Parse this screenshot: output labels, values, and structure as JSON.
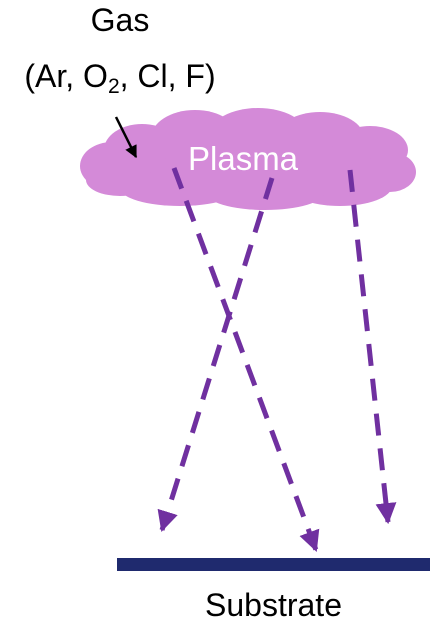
{
  "diagram": {
    "gas_label": "Gas",
    "gas_formula": {
      "open": "(Ar, O",
      "subscript": "2",
      "rest": ", Cl, F)"
    },
    "plasma_label": "Plasma",
    "substrate_label": "Substrate"
  },
  "colors": {
    "plasma_fill": "#d48ad8",
    "arrow": "#7030a0",
    "substrate": "#1f2a6e",
    "pointer": "#000000"
  }
}
